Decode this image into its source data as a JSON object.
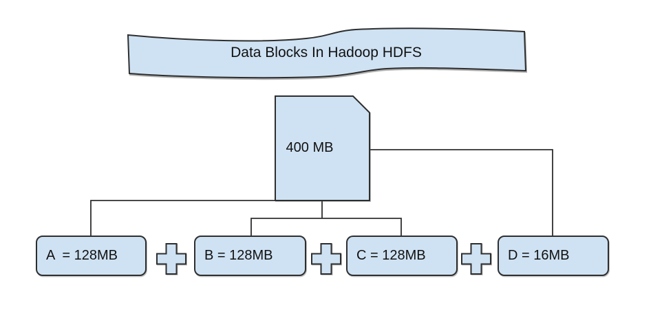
{
  "diagram": {
    "title": "Data Blocks In Hadoop HDFS",
    "source_file": {
      "size_label": "400 MB"
    },
    "blocks": [
      {
        "label": "A  = 128MB"
      },
      {
        "label": "B = 128MB"
      },
      {
        "label": "C = 128MB"
      },
      {
        "label": "D = 16MB"
      }
    ],
    "operator_icon": "plus",
    "colors": {
      "shape_fill": "#cfe2f3",
      "shape_stroke": "#2e2e2e",
      "connector": "#2e2e2e",
      "text": "#111111",
      "background": "#ffffff"
    }
  }
}
